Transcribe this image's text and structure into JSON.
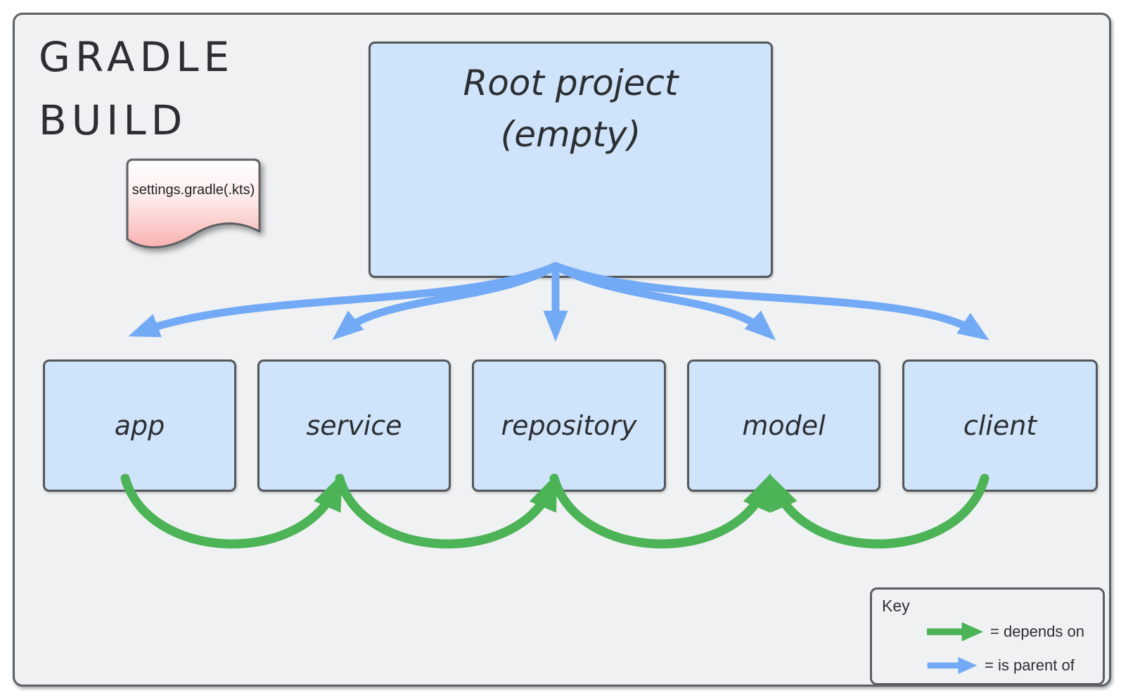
{
  "diagram": {
    "title_line1": "GRADLE",
    "title_line2": "BUILD",
    "note_label": "settings.gradle(.kts)",
    "root_label_line1": "Root project",
    "root_label_line2": "(empty)",
    "modules": [
      {
        "label": "app"
      },
      {
        "label": "service"
      },
      {
        "label": "repository"
      },
      {
        "label": "model"
      },
      {
        "label": "client"
      }
    ],
    "edges": {
      "parent_of": [
        {
          "from": "Root project",
          "to": "app"
        },
        {
          "from": "Root project",
          "to": "service"
        },
        {
          "from": "Root project",
          "to": "repository"
        },
        {
          "from": "Root project",
          "to": "model"
        },
        {
          "from": "Root project",
          "to": "client"
        }
      ],
      "depends_on": [
        {
          "from": "app",
          "to": "service"
        },
        {
          "from": "service",
          "to": "repository"
        },
        {
          "from": "repository",
          "to": "model"
        },
        {
          "from": "client",
          "to": "model"
        }
      ]
    }
  },
  "key": {
    "title": "Key",
    "entries": [
      {
        "icon": "depends-on-arrow-icon",
        "label": "= depends on"
      },
      {
        "icon": "is-parent-of-arrow-icon",
        "label": "= is parent of"
      }
    ]
  },
  "colors": {
    "parent_of_blue": "#72aaf5",
    "depends_on_green": "#4cb356",
    "module_fill": "#cfe3fb",
    "note_pink": "#f8b2b0",
    "canvas_bg": "#eff1f3",
    "border_gray": "#5a5e61"
  }
}
